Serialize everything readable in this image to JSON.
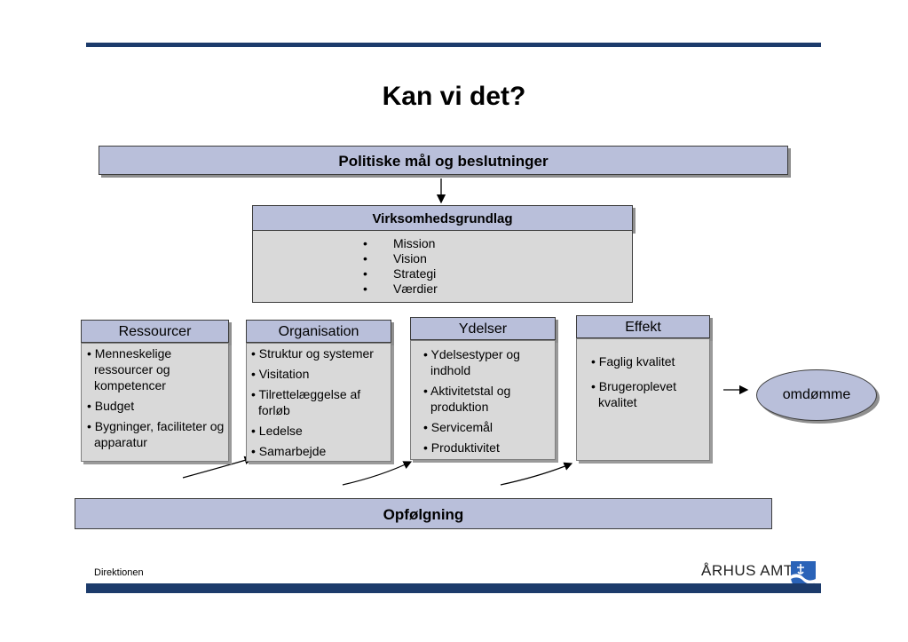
{
  "title": "Kan vi det?",
  "top_box": "Politiske mål og beslutninger",
  "foundation": {
    "title": "Virksomhedsgrundlag",
    "items": [
      "Mission",
      "Vision",
      "Strategi",
      "Værdier"
    ]
  },
  "columns": [
    {
      "title": "Ressourcer",
      "items": [
        "Menneskelige ressourcer og kompetencer",
        "Budget",
        "Bygninger, faciliteter og apparatur"
      ]
    },
    {
      "title": "Organisation",
      "items": [
        "Struktur og systemer",
        "Visitation",
        "Tilrettelæggelse af forløb",
        "Ledelse",
        "Samarbejde"
      ]
    },
    {
      "title": "Ydelser",
      "items": [
        "Ydelsestyper og indhold",
        "Aktivitetstal og produktion",
        "Servicemål",
        "Produktivitet"
      ]
    },
    {
      "title": "Effekt",
      "items": [
        "Faglig kvalitet",
        "Brugeroplevet kvalitet"
      ]
    }
  ],
  "outcome": "omdømme",
  "bottom_box": "Opfølgning",
  "footer": "Direktionen",
  "logo_text": "ÅRHUS AMT",
  "colors": {
    "box_fill": "#b9bfda",
    "body_fill": "#d9d9d9",
    "rule": "#1c3b6b"
  }
}
